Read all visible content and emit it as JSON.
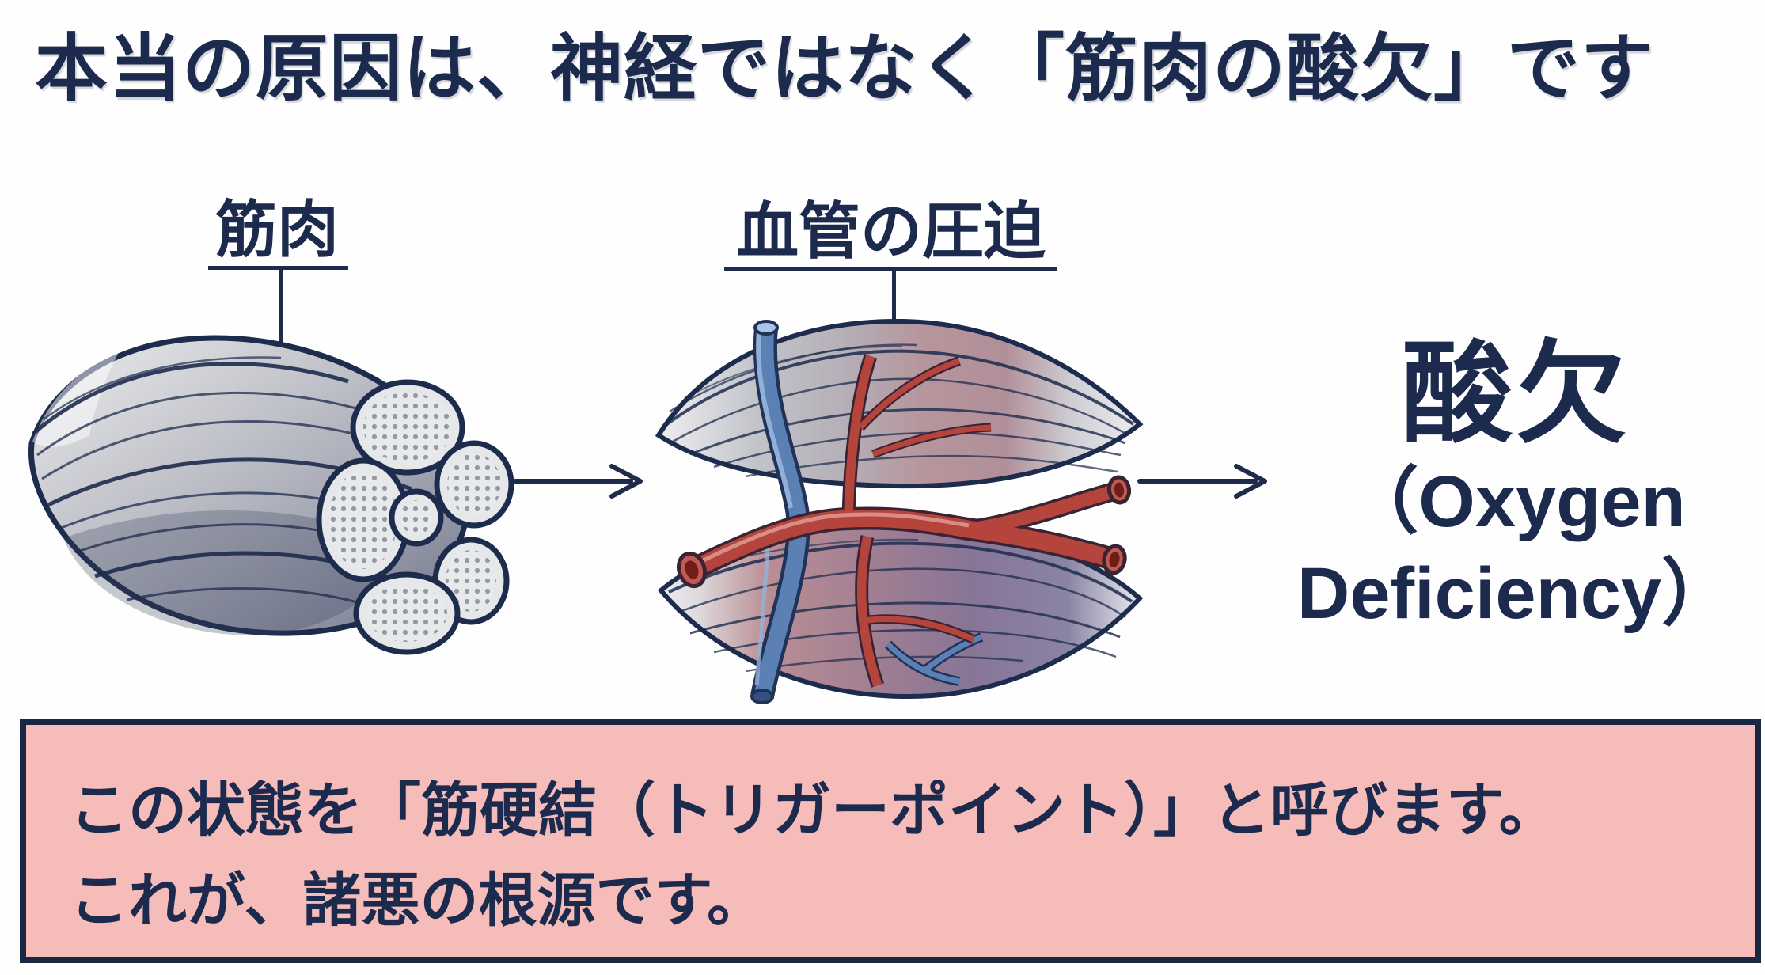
{
  "title": "本当の原因は、神経ではなく「筋肉の酸欠」です",
  "diagram": {
    "muscle_label": "筋肉",
    "vessel_label": "血管の圧迫",
    "result": {
      "heading": "酸欠",
      "subtitle_line1": "（Oxygen",
      "subtitle_line2": "Deficiency）"
    }
  },
  "callout": {
    "line1": "この状態を「筋硬結（トリガーポイント）」と呼びます。",
    "line2": "これが、諸悪の根源です。"
  },
  "icons": {
    "flow_arrow": "right-arrow",
    "muscle_pointer": "callout-line-with-dot",
    "vessel_pointer": "callout-line-with-dot"
  },
  "colors": {
    "text_navy": "#1c2a4e",
    "outline_navy": "#1d2b4d",
    "callout_bg": "#f6bcba",
    "callout_border": "#1a2742",
    "artery_red": "#b5443c",
    "vein_blue": "#5a80b4",
    "muscle_gray": "#c3c4cb",
    "muscle_rose": "#b28f96",
    "muscle_purple": "#877596",
    "background": "#fefefe"
  }
}
